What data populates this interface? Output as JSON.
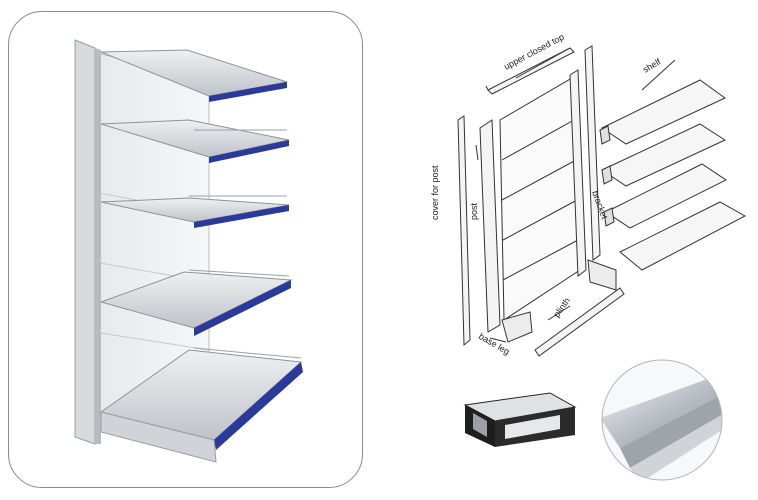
{
  "labels": {
    "upper_closed_top": "upper closed top",
    "shelf": "shelf",
    "bracket": "bracket",
    "cover_for_post": "cover for post",
    "post": "post",
    "plinth": "plinth",
    "base_leg": "base leg"
  },
  "colors": {
    "shelf_edge": "#2a3a9a",
    "metal_light": "#e8eaec",
    "metal_mid": "#c9ccd0",
    "outline": "#333333"
  }
}
